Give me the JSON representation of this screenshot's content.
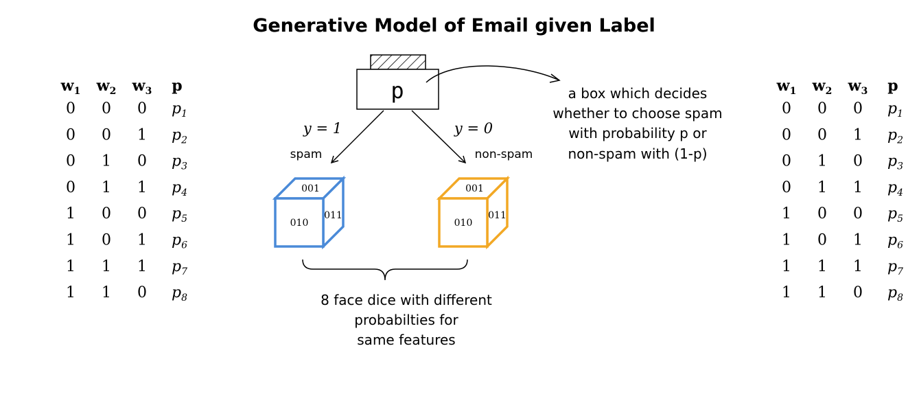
{
  "title": "Generative Model of Email given Label",
  "selector_box": {
    "label": "p"
  },
  "branches": {
    "left": {
      "equation": "y = 1",
      "label": "spam"
    },
    "right": {
      "equation": "y = 0",
      "label": "non-spam"
    }
  },
  "annotation": [
    "a box which decides",
    "whether to choose spam",
    "with probability p or",
    "non-spam with (1-p)"
  ],
  "dice": [
    {
      "name": "spam-die",
      "color": "#4a8ad8",
      "faces": {
        "top": "001",
        "front": "010",
        "side": "011"
      }
    },
    {
      "name": "non-spam-die",
      "color": "#f2a825",
      "faces": {
        "top": "001",
        "front": "010",
        "side": "011"
      }
    }
  ],
  "brace_caption": [
    "8 face dice with different",
    "probabilties for",
    "same features"
  ],
  "tables": [
    {
      "name": "left-table",
      "headers": [
        {
          "base": "w",
          "sub": "1"
        },
        {
          "base": "w",
          "sub": "2"
        },
        {
          "base": "w",
          "sub": "3"
        },
        {
          "base": "p",
          "sub": ""
        }
      ],
      "rows": [
        {
          "w": [
            "0",
            "0",
            "0"
          ],
          "p": {
            "base": "p",
            "sub": "1"
          }
        },
        {
          "w": [
            "0",
            "0",
            "1"
          ],
          "p": {
            "base": "p",
            "sub": "2"
          }
        },
        {
          "w": [
            "0",
            "1",
            "0"
          ],
          "p": {
            "base": "p",
            "sub": "3"
          }
        },
        {
          "w": [
            "0",
            "1",
            "1"
          ],
          "p": {
            "base": "p",
            "sub": "4"
          }
        },
        {
          "w": [
            "1",
            "0",
            "0"
          ],
          "p": {
            "base": "p",
            "sub": "5"
          }
        },
        {
          "w": [
            "1",
            "0",
            "1"
          ],
          "p": {
            "base": "p",
            "sub": "6"
          }
        },
        {
          "w": [
            "1",
            "1",
            "1"
          ],
          "p": {
            "base": "p",
            "sub": "7"
          }
        },
        {
          "w": [
            "1",
            "1",
            "0"
          ],
          "p": {
            "base": "p",
            "sub": "8"
          }
        }
      ]
    },
    {
      "name": "right-table",
      "headers": [
        {
          "base": "w",
          "sub": "1"
        },
        {
          "base": "w",
          "sub": "2"
        },
        {
          "base": "w",
          "sub": "3"
        },
        {
          "base": "p",
          "sub": ""
        }
      ],
      "rows": [
        {
          "w": [
            "0",
            "0",
            "0"
          ],
          "p": {
            "base": "p",
            "sub": "1"
          }
        },
        {
          "w": [
            "0",
            "0",
            "1"
          ],
          "p": {
            "base": "p",
            "sub": "2"
          }
        },
        {
          "w": [
            "0",
            "1",
            "0"
          ],
          "p": {
            "base": "p",
            "sub": "3"
          }
        },
        {
          "w": [
            "0",
            "1",
            "1"
          ],
          "p": {
            "base": "p",
            "sub": "4"
          }
        },
        {
          "w": [
            "1",
            "0",
            "0"
          ],
          "p": {
            "base": "p",
            "sub": "5"
          }
        },
        {
          "w": [
            "1",
            "0",
            "1"
          ],
          "p": {
            "base": "p",
            "sub": "6"
          }
        },
        {
          "w": [
            "1",
            "1",
            "1"
          ],
          "p": {
            "base": "p",
            "sub": "7"
          }
        },
        {
          "w": [
            "1",
            "1",
            "0"
          ],
          "p": {
            "base": "p",
            "sub": "8"
          }
        }
      ]
    }
  ]
}
